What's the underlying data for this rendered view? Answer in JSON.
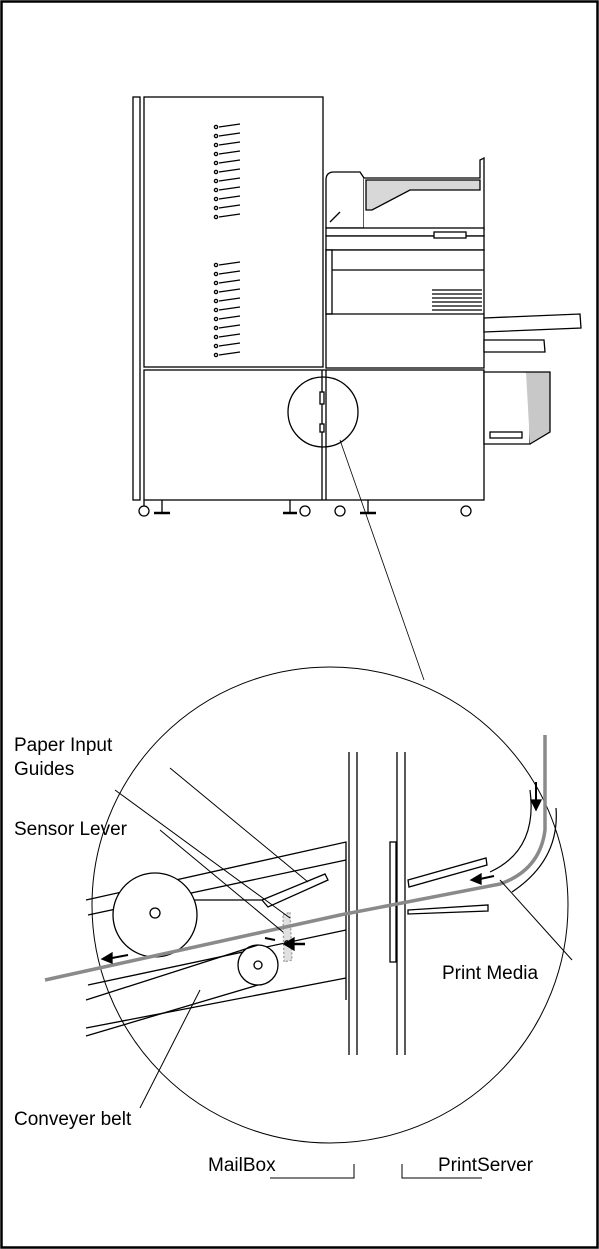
{
  "labels": {
    "paper_input_guides_line1": "Paper Input",
    "paper_input_guides_line2": "Guides",
    "sensor_lever": "Sensor Lever",
    "print_media": "Print Media",
    "conveyer_belt": "Conveyer belt",
    "mailbox": "MailBox",
    "printserver": "PrintServer"
  }
}
